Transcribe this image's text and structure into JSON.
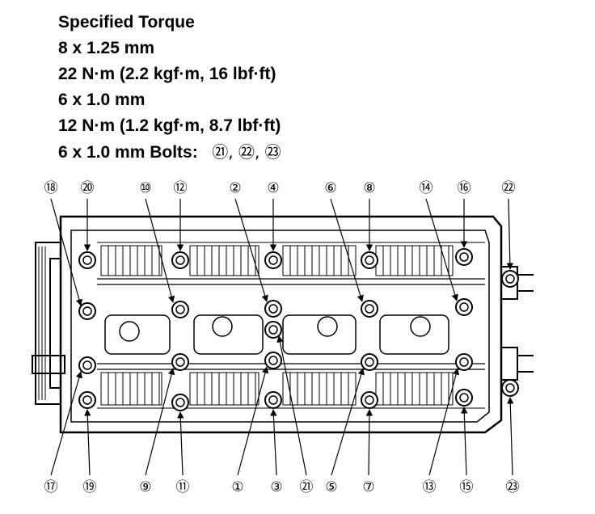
{
  "specs": {
    "title": "Specified Torque",
    "bolt_a_size": "8 x 1.25 mm",
    "bolt_a_torque": "22 N·m (2.2 kgf·m, 16 lbf·ft)",
    "bolt_b_size": "6 x 1.0 mm",
    "bolt_b_torque": "12 N·m (1.2 kgf·m, 8.7 lbf·ft)",
    "bolt_c_label": "6 x 1.0 mm Bolts:",
    "bolt_c_list": "㉑, ㉒, ㉓"
  },
  "callouts_top": [
    "⑱",
    "⑳",
    "⑩",
    "⑫",
    "②",
    "④",
    "⑥",
    "⑧",
    "⑭",
    "⑯",
    "㉒"
  ],
  "callouts_bottom": [
    "⑰",
    "⑲",
    "⑨",
    "⑪",
    "①",
    "③",
    "㉑",
    "⑤",
    "⑦",
    "⑬",
    "⑮",
    "㉓"
  ]
}
